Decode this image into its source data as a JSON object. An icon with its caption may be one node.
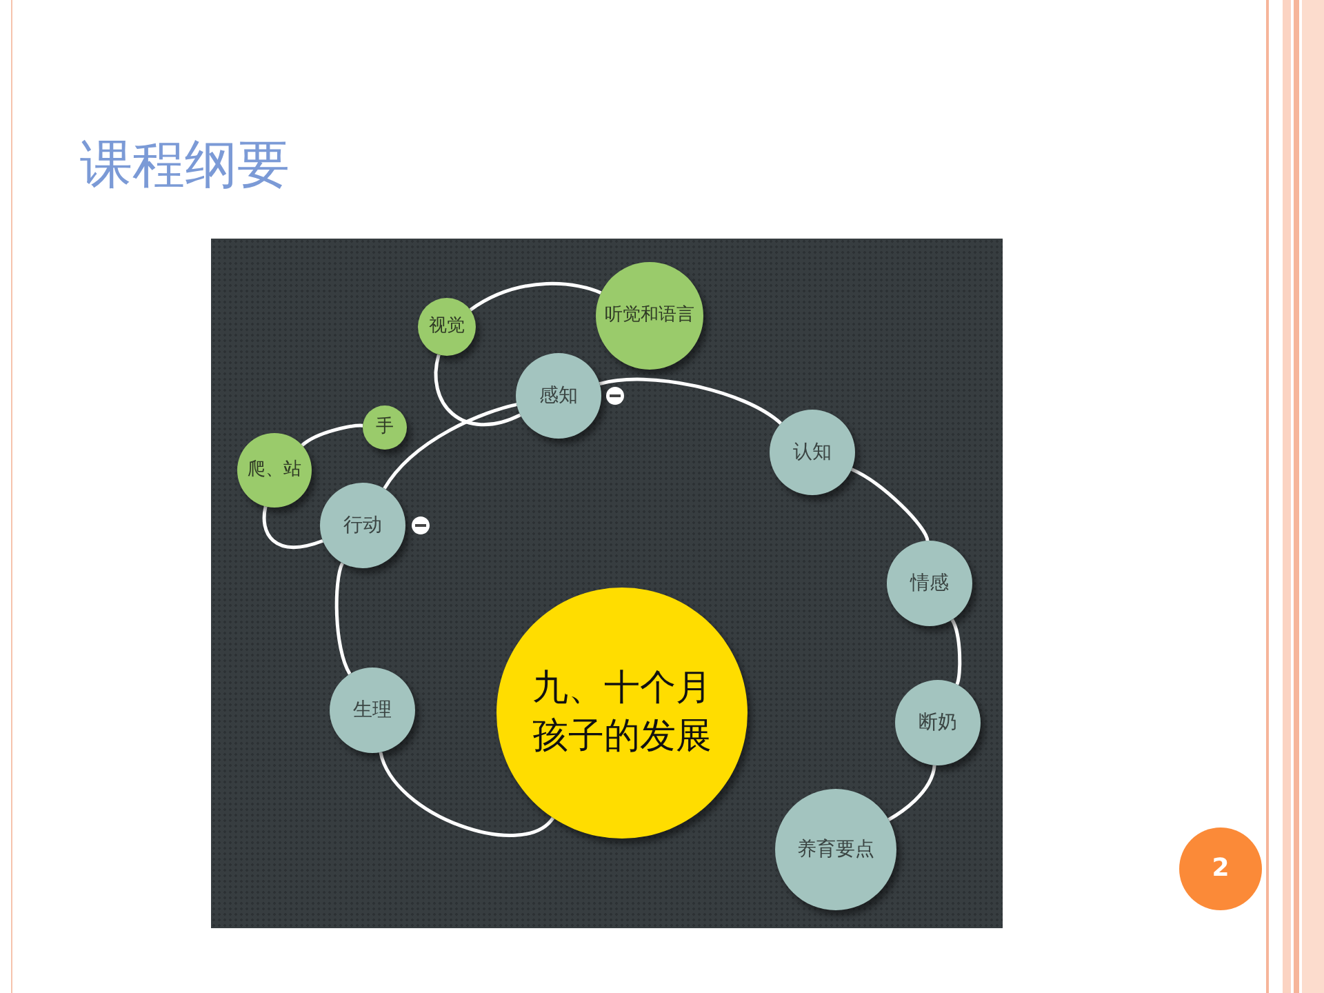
{
  "diagram": {
    "title": "课程纲要",
    "nodes": [
      {
        "text": [
          "九、十个月孩子的发展"
        ]
      },
      {
        "text": [
          "生理"
        ]
      },
      {
        "text": [
          "行动"
        ]
      },
      {
        "text": [
          "爬、站"
        ]
      },
      {
        "text": [
          "手"
        ]
      },
      {
        "text": [
          "感知"
        ]
      },
      {
        "text": [
          "视觉"
        ]
      },
      {
        "text": [
          "听觉和语言"
        ]
      },
      {
        "text": [
          "认知"
        ]
      },
      {
        "text": [
          "情感"
        ]
      },
      {
        "text": [
          "断奶"
        ]
      },
      {
        "text": [
          "养育要点"
        ]
      },
      {
        "text": [
          "2"
        ]
      }
    ],
    "edges": [
      {
        "from": 0,
        "to": 1,
        "arrow": "none"
      },
      {
        "from": 1,
        "to": 2,
        "arrow": "none"
      },
      {
        "from": 2,
        "to": 5,
        "arrow": "none"
      },
      {
        "from": 5,
        "to": 8,
        "arrow": "none"
      },
      {
        "from": 8,
        "to": 9,
        "arrow": "none"
      },
      {
        "from": 9,
        "to": 10,
        "arrow": "none"
      },
      {
        "from": 10,
        "to": 11,
        "arrow": "none"
      },
      {
        "from": 5,
        "to": 6,
        "arrow": "none"
      },
      {
        "from": 6,
        "to": 7,
        "arrow": "none"
      },
      {
        "from": 2,
        "to": 3,
        "arrow": "none"
      },
      {
        "from": 3,
        "to": 4,
        "arrow": "none"
      }
    ]
  }
}
